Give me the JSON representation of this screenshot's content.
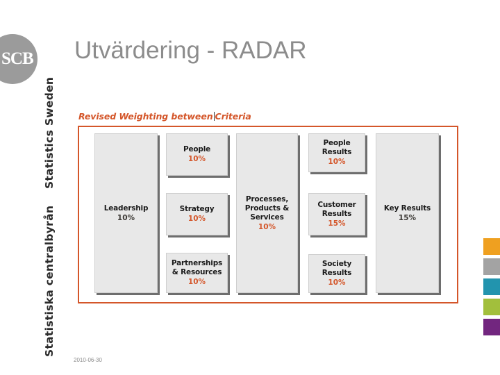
{
  "slide": {
    "title": "Utvärdering - RADAR",
    "date": "2010-06-30",
    "title_color": "#8c8c8c"
  },
  "logo": {
    "name": "SCB",
    "text": "SCB",
    "circle_color": "#9b9b9b"
  },
  "sidebar": {
    "text_en": "Statistics Sweden",
    "text_sv": "Statistiska centralbyrån"
  },
  "figure": {
    "caption_before": "Revised Weighting between",
    "caption_after": "Criteria",
    "frame_color": "#d4562a",
    "accent_color": "#d4562a",
    "boxes": [
      {
        "id": "leadership",
        "label": "Leadership",
        "percent": "10%",
        "percent_color": "dark"
      },
      {
        "id": "people",
        "label": "People",
        "percent": "10%",
        "percent_color": "accent"
      },
      {
        "id": "strategy",
        "label": "Strategy",
        "percent": "10%",
        "percent_color": "accent"
      },
      {
        "id": "partnerships",
        "label": "Partnerships\n& Resources",
        "percent": "10%",
        "percent_color": "accent"
      },
      {
        "id": "processes",
        "label": "Processes,\nProducts &\nServices",
        "percent": "10%",
        "percent_color": "accent"
      },
      {
        "id": "people-results",
        "label": "People\nResults",
        "percent": "10%",
        "percent_color": "accent"
      },
      {
        "id": "customer-results",
        "label": "Customer\nResults",
        "percent": "15%",
        "percent_color": "accent"
      },
      {
        "id": "society-results",
        "label": "Society\nResults",
        "percent": "10%",
        "percent_color": "accent"
      },
      {
        "id": "key-results",
        "label": "Key Results",
        "percent": "15%",
        "percent_color": "dark"
      }
    ]
  },
  "swatches": [
    {
      "name": "swatch-orange",
      "color": "#efa020"
    },
    {
      "name": "swatch-gray",
      "color": "#a3a3a3"
    },
    {
      "name": "swatch-teal",
      "color": "#2294ae"
    },
    {
      "name": "swatch-green",
      "color": "#a2bf3c"
    },
    {
      "name": "swatch-purple",
      "color": "#72267f"
    }
  ]
}
